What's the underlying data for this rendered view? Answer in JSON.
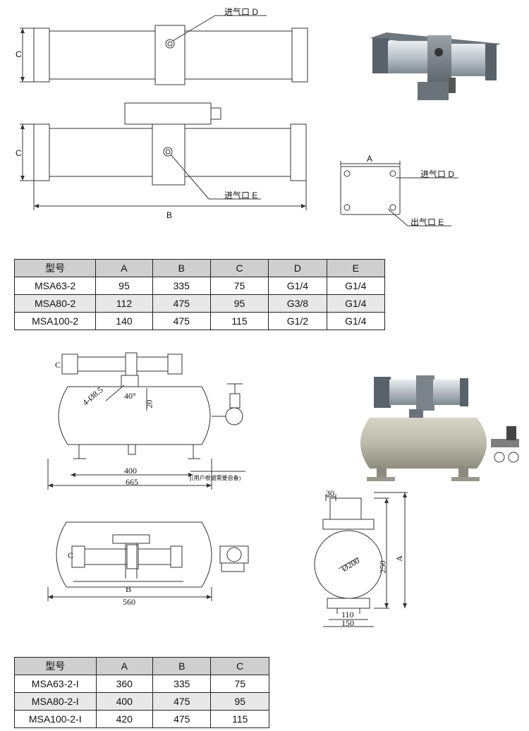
{
  "drawing1": {
    "label_c_top": "C",
    "label_c_bottom": "C",
    "label_b": "B",
    "port_d": "进气口 D",
    "port_e": "进气口 E"
  },
  "side_view": {
    "label_a": "A",
    "port_in_d": "进气口 D",
    "port_out_e": "出气口 E"
  },
  "table1": {
    "headers": [
      "型号",
      "A",
      "B",
      "C",
      "D",
      "E"
    ],
    "rows": [
      [
        "MSA63-2",
        "95",
        "335",
        "75",
        "G1/4",
        "G1/4"
      ],
      [
        "MSA80-2",
        "112",
        "475",
        "95",
        "G3/8",
        "G1/4"
      ],
      [
        "MSA100-2",
        "140",
        "475",
        "115",
        "G1/2",
        "G1/4"
      ]
    ]
  },
  "drawing2": {
    "label_c": "C",
    "hole": "4-Ø8.5",
    "angle": "40°",
    "dim_20": "20",
    "dim_400": "400",
    "dim_665": "665",
    "note": "(用户根据需要自备)",
    "label_c2": "C",
    "label_b": "B",
    "dim_560": "560",
    "dim_30": "30",
    "dia": "Ø200",
    "dim_250": "250",
    "label_a": "A",
    "dim_110": "110",
    "dim_150": "150"
  },
  "table2": {
    "headers": [
      "型号",
      "A",
      "B",
      "C"
    ],
    "rows": [
      [
        "MSA63-2-I",
        "360",
        "335",
        "75"
      ],
      [
        "MSA80-2-I",
        "400",
        "475",
        "95"
      ],
      [
        "MSA100-2-I",
        "420",
        "475",
        "115"
      ]
    ]
  }
}
